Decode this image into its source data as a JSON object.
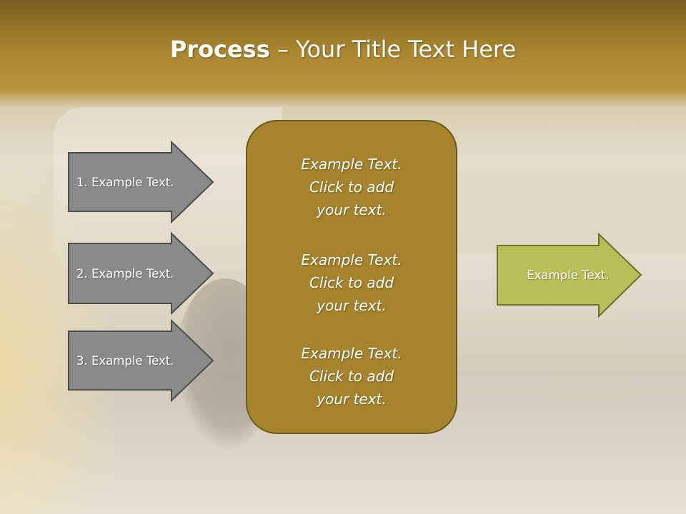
{
  "slide": {
    "title_bold": "Process",
    "title_rest": " – Your Title Text Here",
    "inputs": [
      {
        "label": "1. Example Text."
      },
      {
        "label": "2. Example Text."
      },
      {
        "label": "3. Example Text."
      }
    ],
    "center_items": [
      {
        "line1": "Example Text.",
        "line2": "Click  to add",
        "line3": "your text."
      },
      {
        "line1": "Example Text.",
        "line2": "Click  to add",
        "line3": "your text."
      },
      {
        "line1": "Example Text.",
        "line2": "Click  to add",
        "line3": "your text."
      }
    ],
    "output": {
      "label": "Example Text."
    }
  },
  "colors": {
    "input_arrow_fill": "#8a8a8a",
    "input_arrow_stroke": "#4d4d4d",
    "center_fill": "#a6842d",
    "output_arrow_fill": "#b9be56",
    "output_arrow_stroke": "#6f6f28"
  }
}
